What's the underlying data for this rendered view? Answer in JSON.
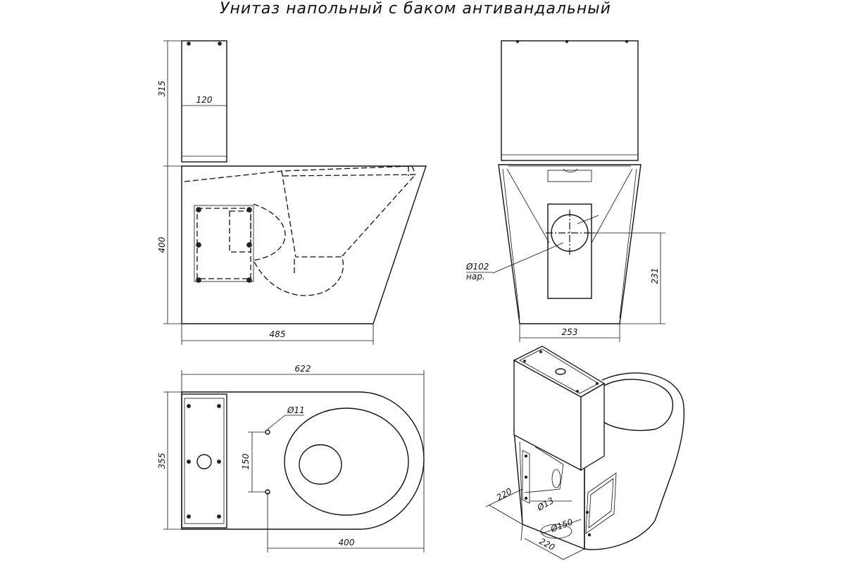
{
  "title": "Унитаз напольный с баком антивандальный",
  "dimensions": {
    "tank_height": "315",
    "tank_depth": "120",
    "bowl_height": "400",
    "base_length": "485",
    "front_width": "253",
    "outlet_height": "231",
    "outlet_diameter": "Ø102",
    "outlet_note": "нар.",
    "total_length": "622",
    "total_width": "355",
    "hole_diameter": "Ø11",
    "hole_spacing": "150",
    "hole_offset": "400",
    "iso_depth_1": "220",
    "iso_depth_2": "220",
    "iso_hole": "Ø13",
    "iso_outlet": "Ø150"
  }
}
